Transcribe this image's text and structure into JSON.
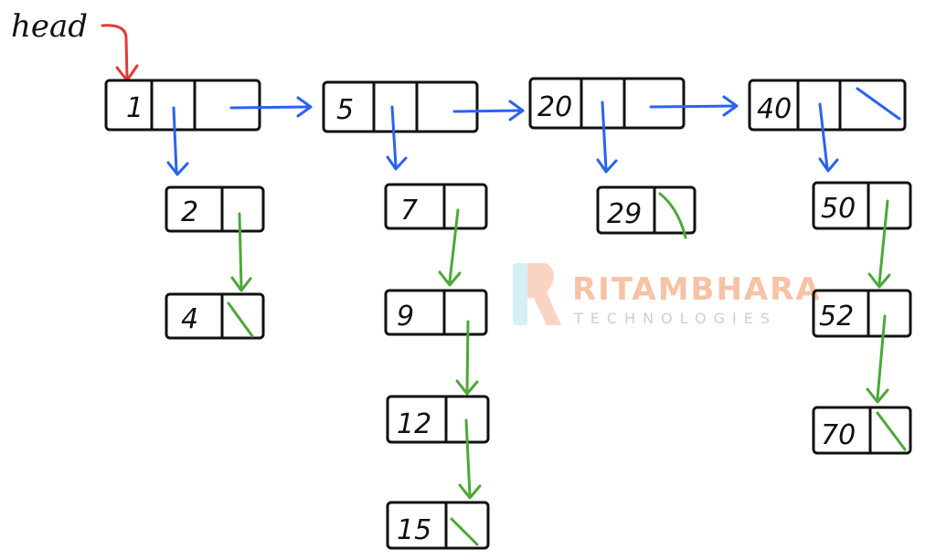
{
  "head_label": "head",
  "watermark": {
    "title": "RITAMBHARA",
    "subtitle": "TECHNOLOGIES"
  },
  "top_nodes": [
    "1",
    "5",
    "20",
    "40"
  ],
  "columns": [
    [
      "2",
      "4"
    ],
    [
      "7",
      "9",
      "12",
      "15"
    ],
    [
      "29"
    ],
    [
      "50",
      "52",
      "70"
    ]
  ],
  "colors": {
    "right_pointer": "#2a63f0",
    "down_pointer": "#4ca837",
    "head_pointer": "#e53935"
  }
}
